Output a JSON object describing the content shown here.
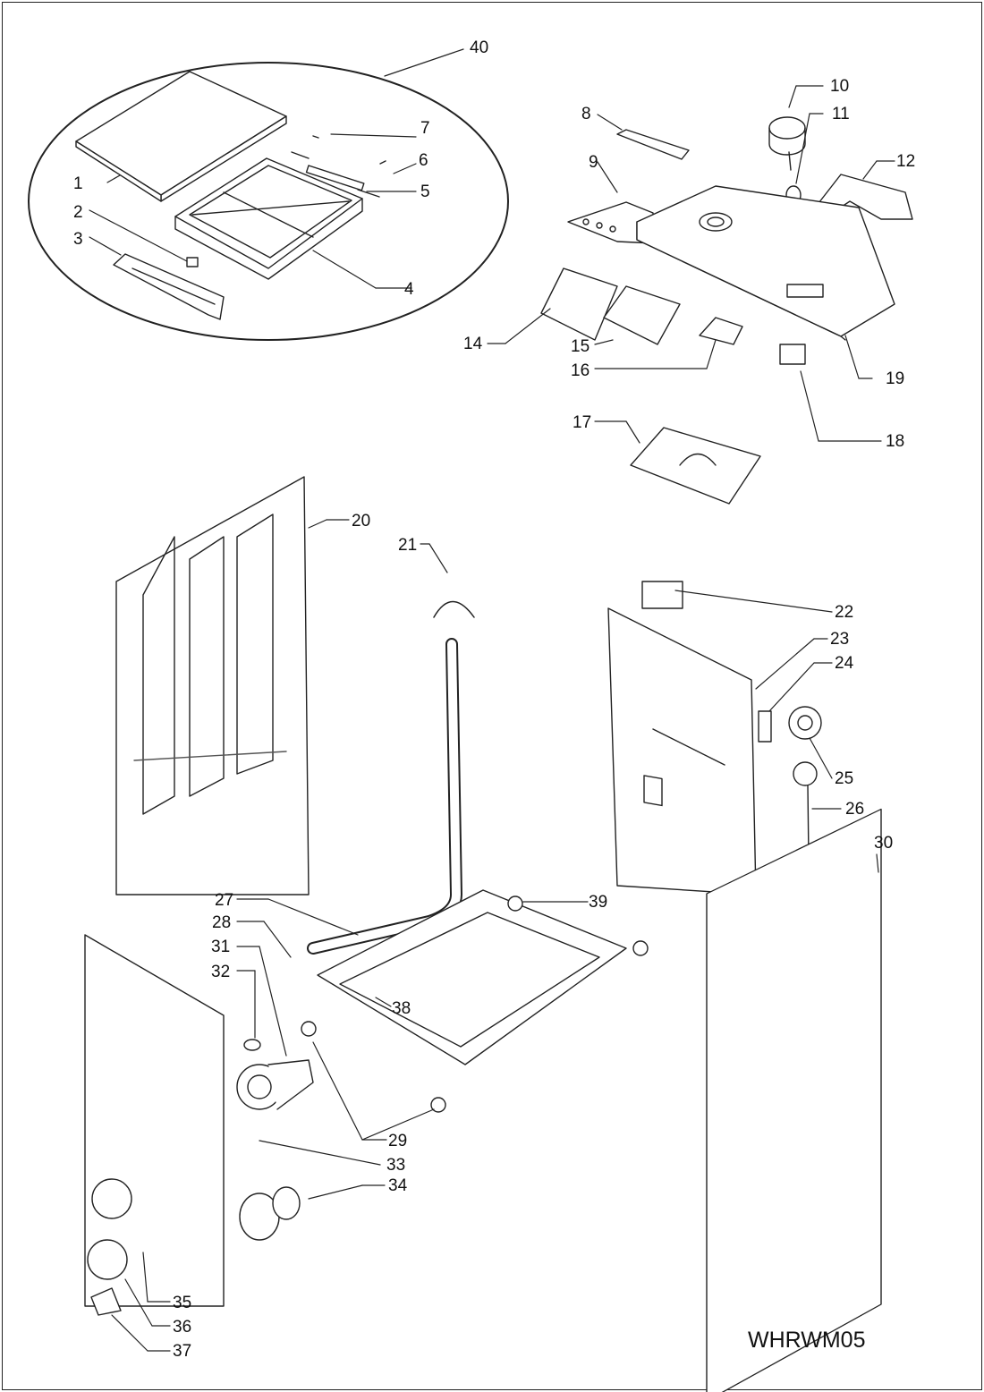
{
  "diagram": {
    "model_code": "WHRWM05",
    "callouts": [
      {
        "id": "c1",
        "label": "1"
      },
      {
        "id": "c2",
        "label": "2"
      },
      {
        "id": "c3",
        "label": "3"
      },
      {
        "id": "c4",
        "label": "4"
      },
      {
        "id": "c5",
        "label": "5"
      },
      {
        "id": "c6",
        "label": "6"
      },
      {
        "id": "c7",
        "label": "7"
      },
      {
        "id": "c8",
        "label": "8"
      },
      {
        "id": "c9",
        "label": "9"
      },
      {
        "id": "c10",
        "label": "10"
      },
      {
        "id": "c11",
        "label": "11"
      },
      {
        "id": "c12",
        "label": "12"
      },
      {
        "id": "c14",
        "label": "14"
      },
      {
        "id": "c15",
        "label": "15"
      },
      {
        "id": "c16",
        "label": "16"
      },
      {
        "id": "c17",
        "label": "17"
      },
      {
        "id": "c18",
        "label": "18"
      },
      {
        "id": "c19",
        "label": "19"
      },
      {
        "id": "c20",
        "label": "20"
      },
      {
        "id": "c21",
        "label": "21"
      },
      {
        "id": "c22",
        "label": "22"
      },
      {
        "id": "c23",
        "label": "23"
      },
      {
        "id": "c24",
        "label": "24"
      },
      {
        "id": "c25",
        "label": "25"
      },
      {
        "id": "c26",
        "label": "26"
      },
      {
        "id": "c27",
        "label": "27"
      },
      {
        "id": "c28",
        "label": "28"
      },
      {
        "id": "c29",
        "label": "29"
      },
      {
        "id": "c30",
        "label": "30"
      },
      {
        "id": "c31",
        "label": "31"
      },
      {
        "id": "c32",
        "label": "32"
      },
      {
        "id": "c33",
        "label": "33"
      },
      {
        "id": "c34",
        "label": "34"
      },
      {
        "id": "c35",
        "label": "35"
      },
      {
        "id": "c36",
        "label": "36"
      },
      {
        "id": "c37",
        "label": "37"
      },
      {
        "id": "c38",
        "label": "38"
      },
      {
        "id": "c39",
        "label": "39"
      },
      {
        "id": "c40",
        "label": "40"
      }
    ]
  }
}
